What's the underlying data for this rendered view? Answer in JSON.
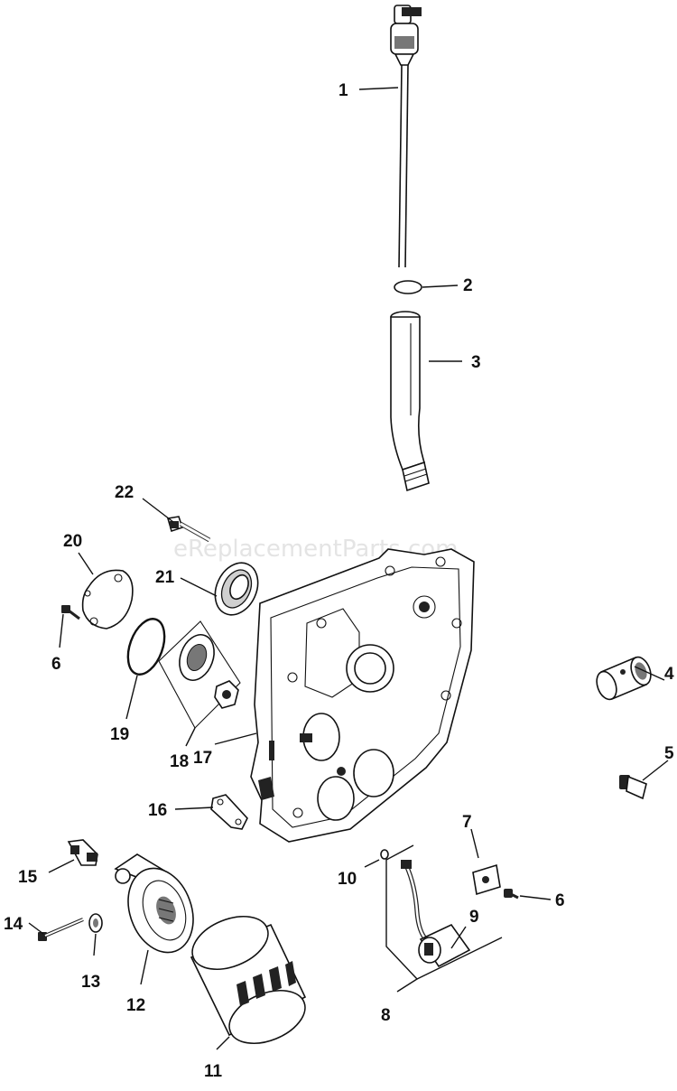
{
  "watermark": "eReplacementParts.com",
  "callouts": {
    "c1": "1",
    "c2": "2",
    "c3": "3",
    "c4": "4",
    "c5": "5",
    "c6a": "6",
    "c6b": "6",
    "c7": "7",
    "c8": "8",
    "c9": "9",
    "c10": "10",
    "c11": "11",
    "c12": "12",
    "c13": "13",
    "c14": "14",
    "c15": "15",
    "c16": "16",
    "c17": "17",
    "c18": "18",
    "c19": "19",
    "c20": "20",
    "c21": "21",
    "c22": "22"
  }
}
